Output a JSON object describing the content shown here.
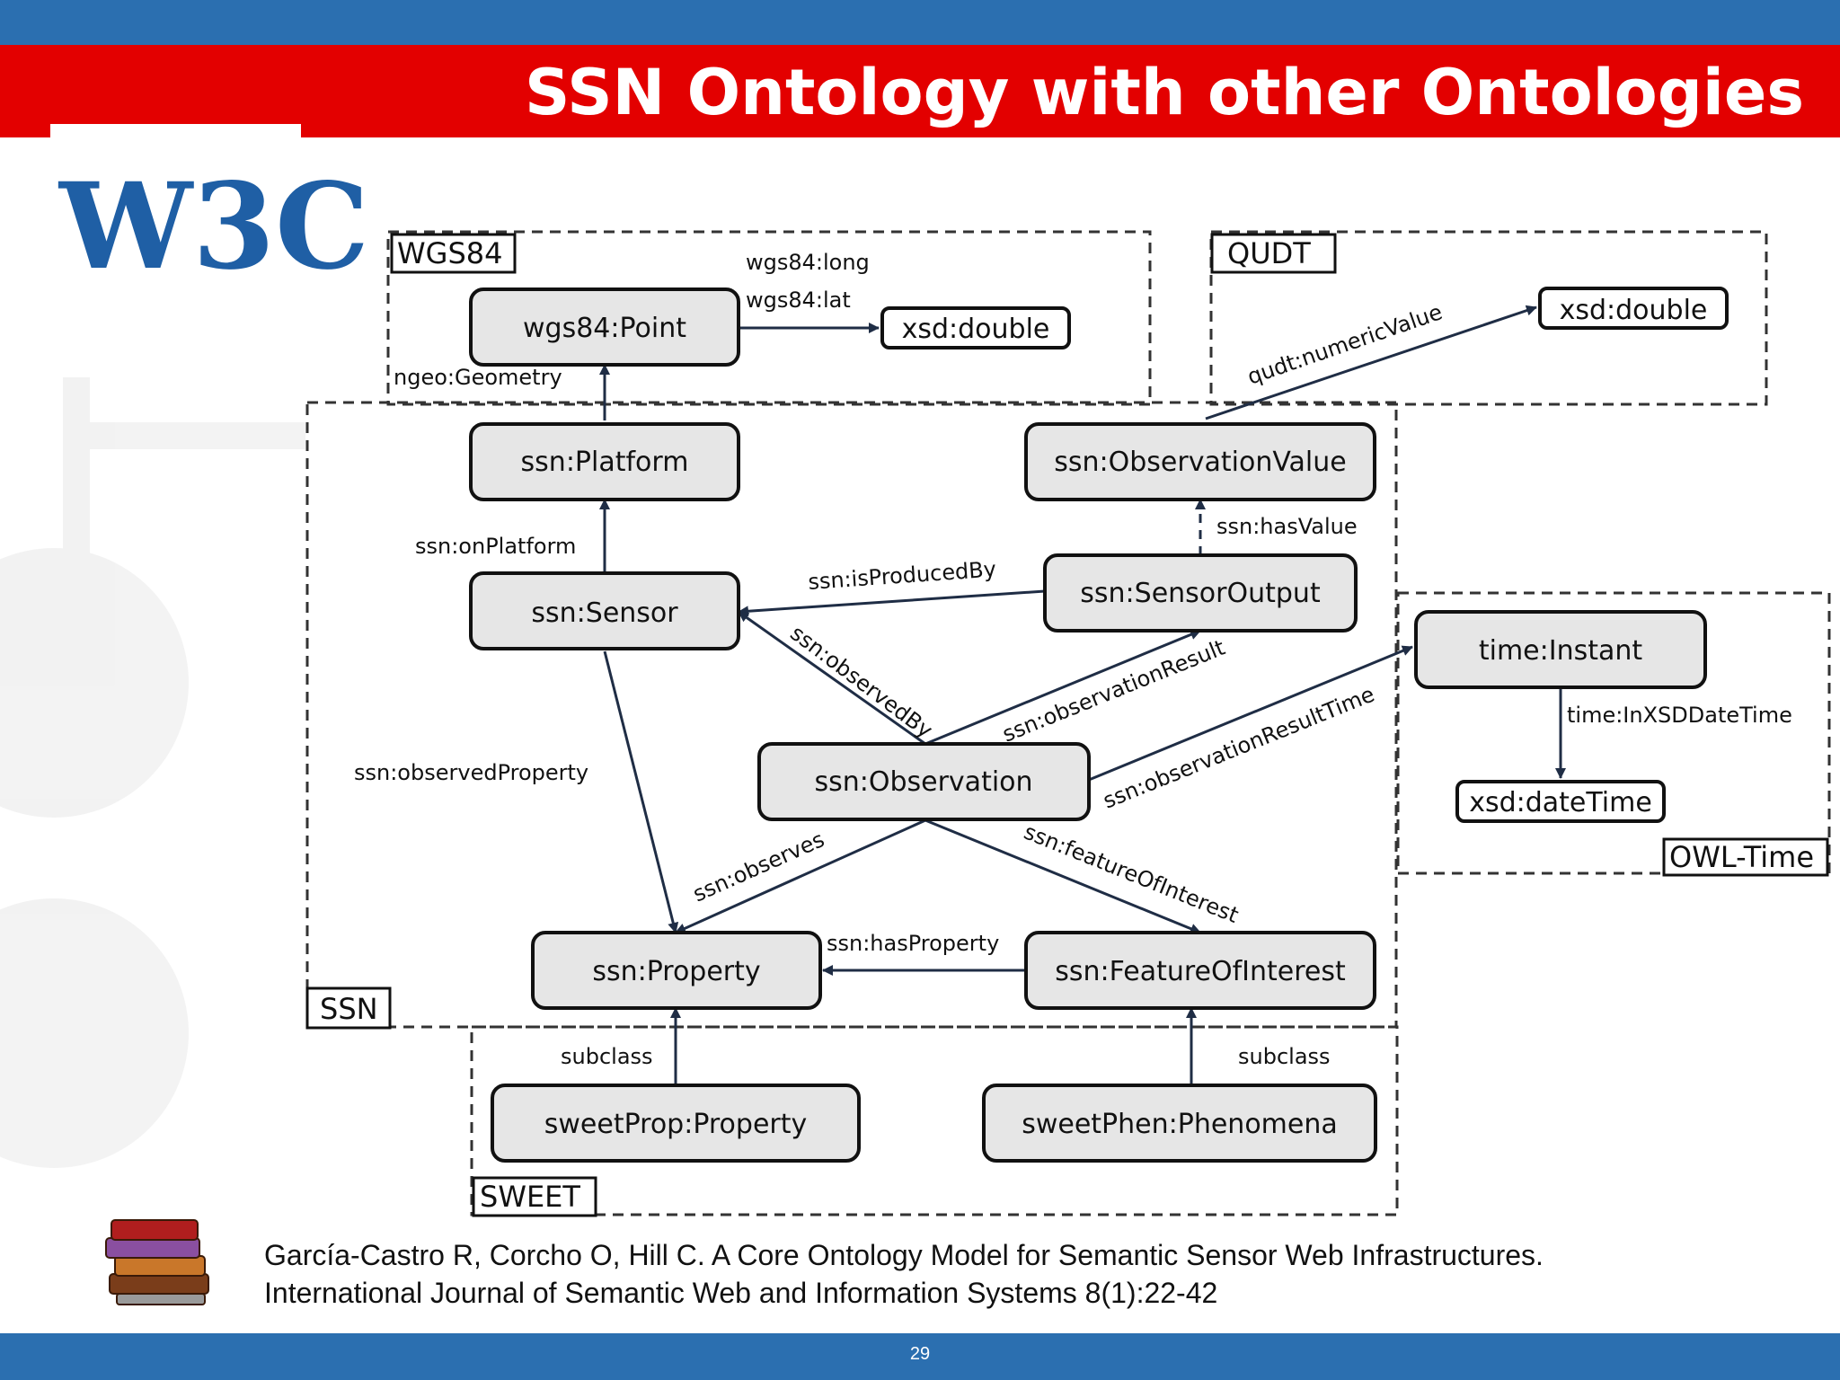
{
  "slide": {
    "title": "SSN Ontology with other Ontologies",
    "page_number": "29",
    "logo_text": "W3C",
    "citation_line1": "García-Castro R, Corcho O, Hill C. A Core Ontology Model for Semantic Sensor Web Infrastructures.",
    "citation_line2": "International Journal of Semantic Web and Information Systems 8(1):22-42"
  },
  "colors": {
    "top_bar": "#2b6fb0",
    "title_bar": "#e30000",
    "node_fill": "#e6e6e6",
    "arrow": "#1f2d45"
  },
  "groups": {
    "wgs84": "WGS84",
    "qudt": "QUDT",
    "ssn": "SSN",
    "owl_time": "OWL-Time",
    "sweet": "SWEET"
  },
  "nodes": {
    "wgs84_point": "wgs84:Point",
    "xsd_double_wgs": "xsd:double",
    "xsd_double_qudt": "xsd:double",
    "platform": "ssn:Platform",
    "observation_value": "ssn:ObservationValue",
    "sensor": "ssn:Sensor",
    "sensor_output": "ssn:SensorOutput",
    "time_instant": "time:Instant",
    "xsd_datetime": "xsd:dateTime",
    "observation": "ssn:Observation",
    "property": "ssn:Property",
    "feature_of_interest": "ssn:FeatureOfInterest",
    "sweet_property": "sweetProp:Property",
    "sweet_phenomena": "sweetPhen:Phenomena"
  },
  "edge_labels": {
    "wgs84_long": "wgs84:long",
    "wgs84_lat": "wgs84:lat",
    "ngeo_geometry": "ngeo:Geometry",
    "qudt_numeric_value": "qudt:numericValue",
    "on_platform": "ssn:onPlatform",
    "has_value": "ssn:hasValue",
    "is_produced_by": "ssn:isProducedBy",
    "observed_by": "ssn:observedBy",
    "observation_result": "ssn:observationResult",
    "observation_result_time": "ssn:observationResultTime",
    "in_xsd_datetime": "time:InXSDDateTime",
    "observed_property": "ssn:observedProperty",
    "observes": "ssn:observes",
    "feature_of_interest": "ssn:featureOfInterest",
    "has_property": "ssn:hasProperty",
    "subclass_left": "subclass",
    "subclass_right": "subclass"
  }
}
